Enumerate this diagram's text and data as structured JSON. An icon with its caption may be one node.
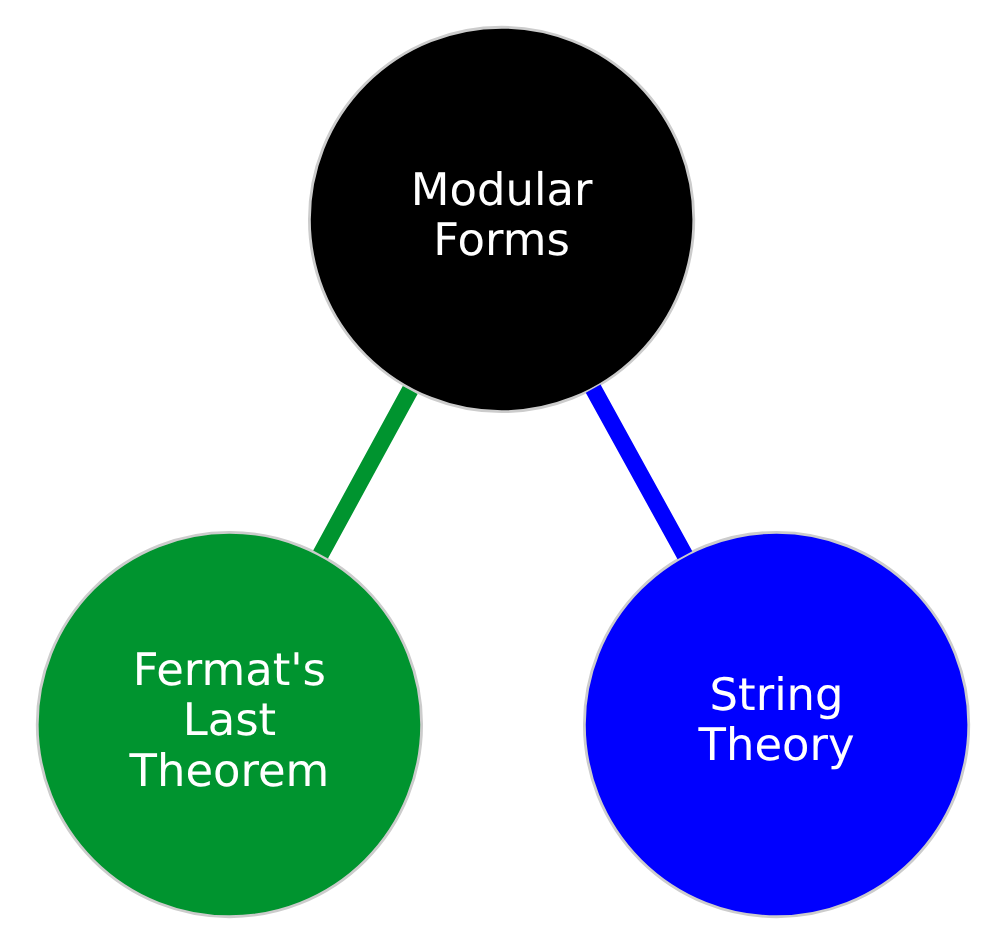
{
  "diagram": {
    "nodes": [
      {
        "text": [
          "Modular Forms"
        ]
      },
      {
        "text": [
          "Fermat's Last Theorem"
        ]
      },
      {
        "text": [
          "String Theory"
        ]
      }
    ],
    "edges": [
      {
        "from": 0,
        "to": 1,
        "arrow": "none",
        "color": "#00942f"
      },
      {
        "from": 0,
        "to": 2,
        "arrow": "none",
        "color": "#0000ff"
      }
    ]
  }
}
